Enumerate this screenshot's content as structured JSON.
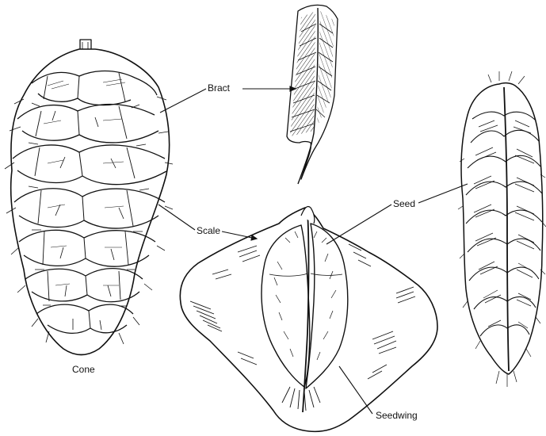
{
  "labels": {
    "bract": "Bract",
    "scale": "Scale",
    "seed": "Seed",
    "cone": "Cone",
    "seedwing": "Seedwing"
  },
  "colors": {
    "ink": "#111111",
    "paper": "#ffffff"
  }
}
